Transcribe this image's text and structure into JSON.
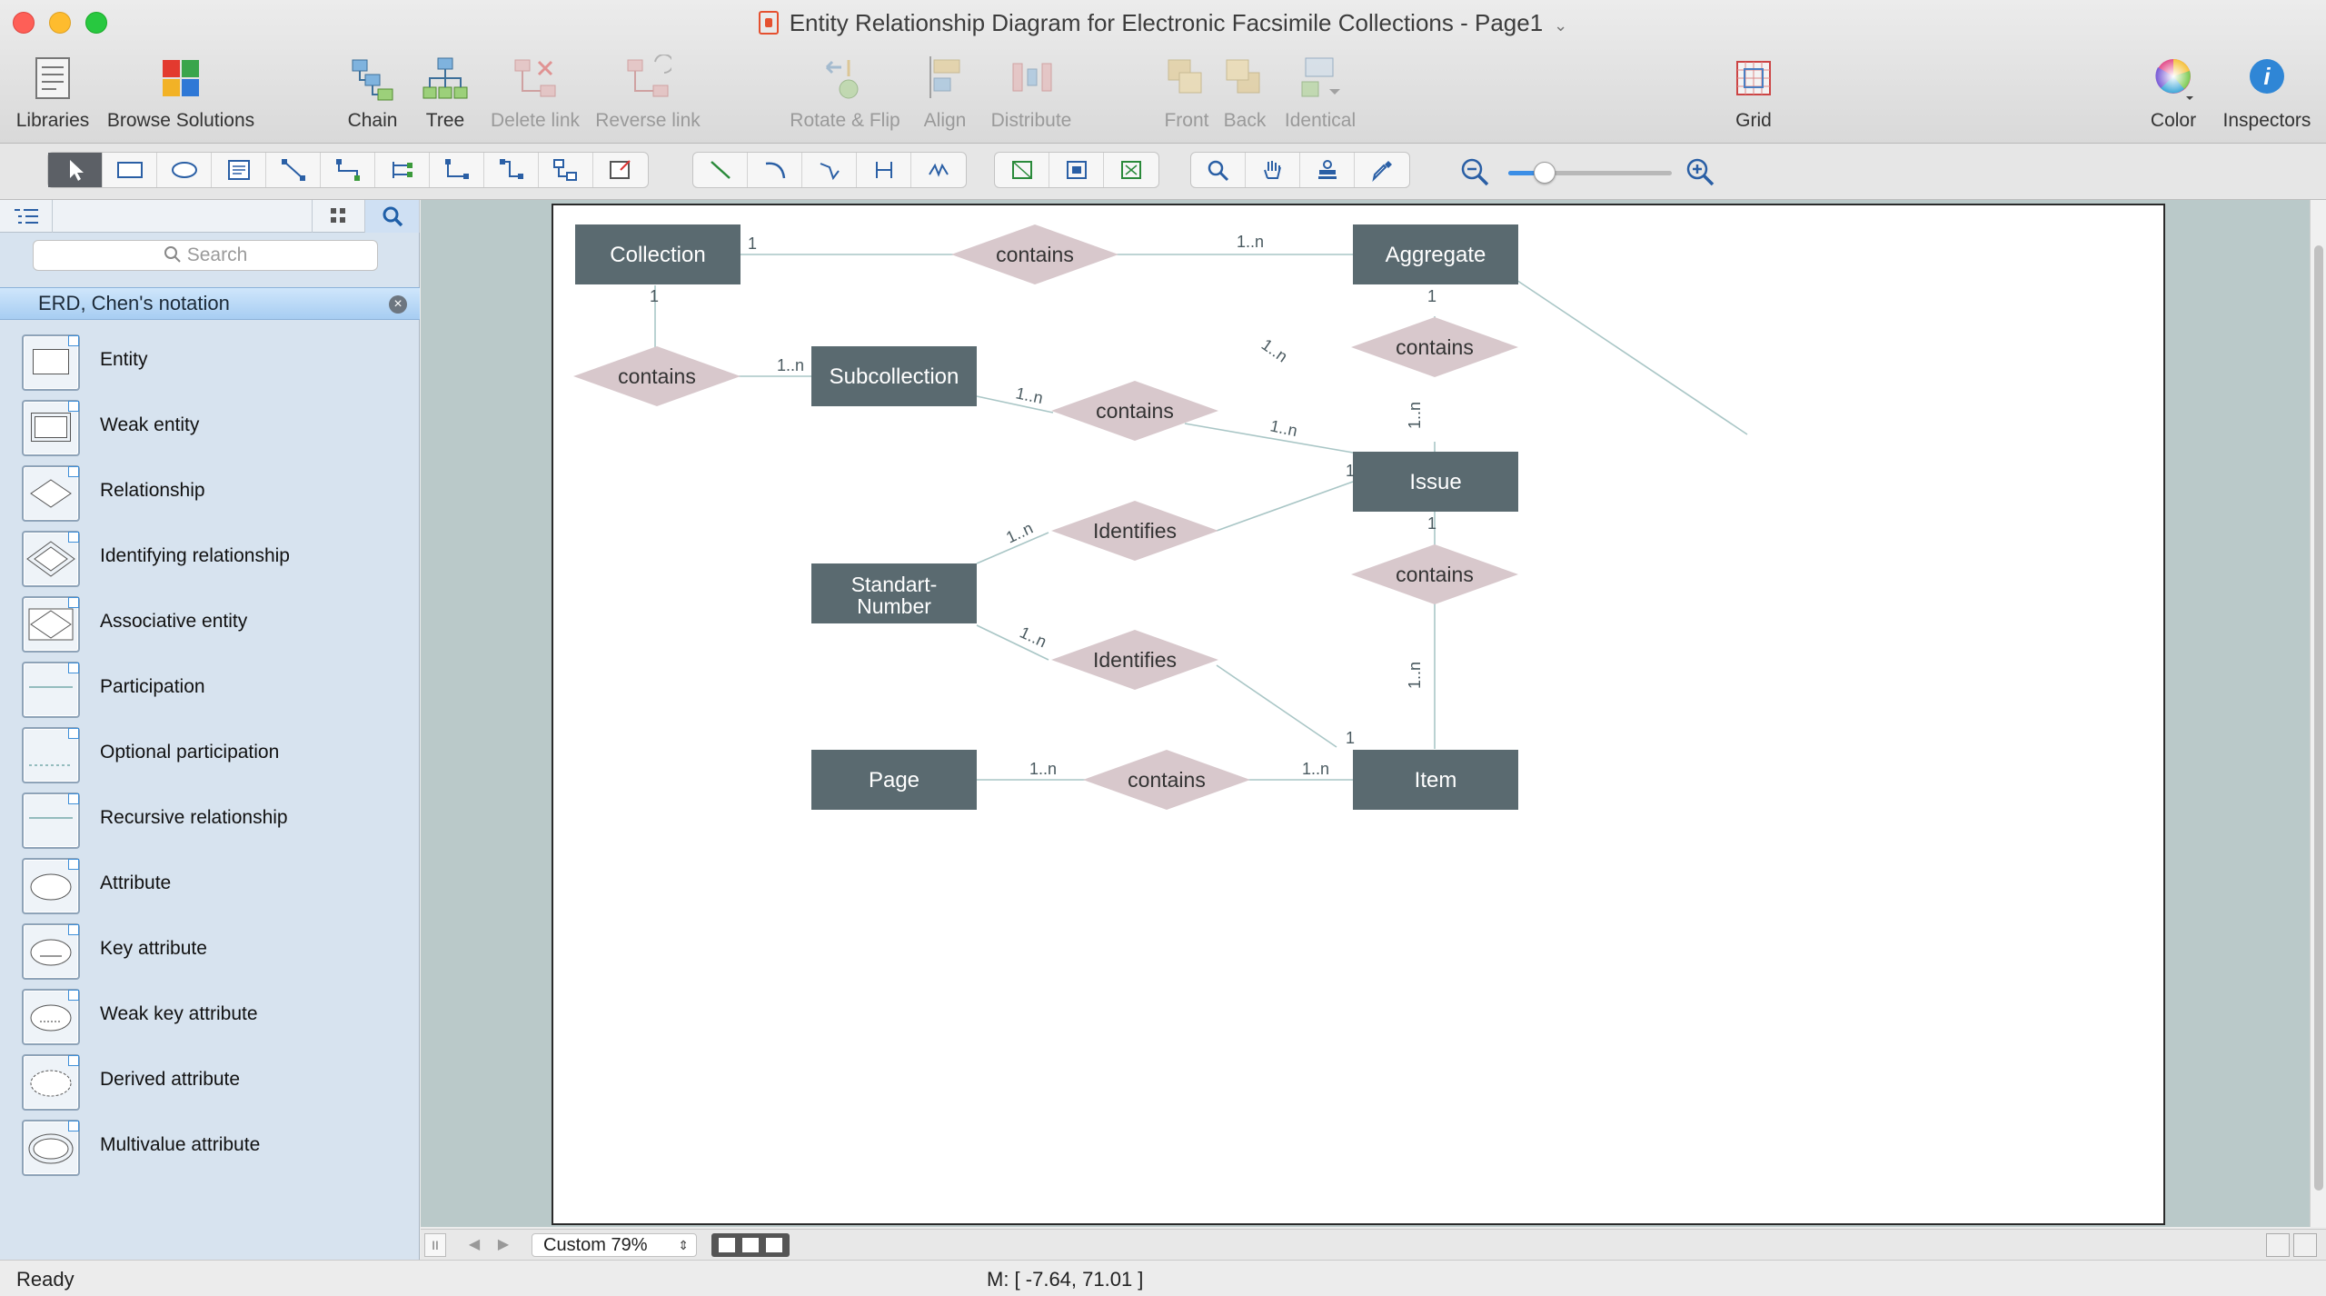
{
  "window": {
    "title": "Entity Relationship Diagram for Electronic Facsimile Collections - Page1"
  },
  "toolbar": {
    "libraries": "Libraries",
    "browse_solutions": "Browse Solutions",
    "chain": "Chain",
    "tree": "Tree",
    "delete_link": "Delete link",
    "reverse_link": "Reverse link",
    "rotate_flip": "Rotate & Flip",
    "align": "Align",
    "distribute": "Distribute",
    "front": "Front",
    "back": "Back",
    "identical": "Identical",
    "grid": "Grid",
    "color": "Color",
    "inspectors": "Inspectors"
  },
  "sidebar": {
    "search_placeholder": "Search",
    "library_name": "ERD, Chen's notation",
    "items": [
      {
        "label": "Entity",
        "icon": "entity-shape-icon"
      },
      {
        "label": "Weak entity",
        "icon": "weak-entity-shape-icon"
      },
      {
        "label": "Relationship",
        "icon": "relationship-shape-icon"
      },
      {
        "label": "Identifying relationship",
        "icon": "identifying-relationship-shape-icon"
      },
      {
        "label": "Associative entity",
        "icon": "associative-entity-shape-icon"
      },
      {
        "label": "Participation",
        "icon": "participation-shape-icon"
      },
      {
        "label": "Optional participation",
        "icon": "optional-participation-shape-icon"
      },
      {
        "label": "Recursive relationship",
        "icon": "recursive-relationship-shape-icon"
      },
      {
        "label": "Attribute",
        "icon": "attribute-shape-icon"
      },
      {
        "label": "Key attribute",
        "icon": "key-attribute-shape-icon"
      },
      {
        "label": "Weak key attribute",
        "icon": "weak-key-attribute-shape-icon"
      },
      {
        "label": "Derived attribute",
        "icon": "derived-attribute-shape-icon"
      },
      {
        "label": "Multivalue attribute",
        "icon": "multivalue-attribute-shape-icon"
      }
    ]
  },
  "diagram": {
    "colors": {
      "entity": "#5a6a70",
      "relationship": "#d8c8cc",
      "line": "#a9c6c6",
      "card": "#4a5a60"
    },
    "entities": {
      "collection": "Collection",
      "aggregate": "Aggregate",
      "subcollection": "Subcollection",
      "issue": "Issue",
      "standart_line1": "Standart-",
      "standart_line2": "Number",
      "page": "Page",
      "item": "Item"
    },
    "relationships": {
      "r1": "contains",
      "r2": "contains",
      "r3": "contains",
      "r4": "contains",
      "r5": "Identifies",
      "r6": "contains",
      "r7": "Identifies",
      "r8": "contains"
    },
    "cardinalities": {
      "c1": "1",
      "c2": "1..n",
      "c3": "1",
      "c4": "1..n",
      "c5": "1",
      "c6": "1..n",
      "c7": "1..n",
      "c8": "1..n",
      "c9": "1..n",
      "c10": "1",
      "c11": "1..n",
      "c12": "1",
      "c13": "1..n",
      "c14": "1..n",
      "c15": "1",
      "c16": "1..n",
      "c17": "1..n"
    }
  },
  "bottom": {
    "zoom_label": "Custom 79%",
    "status": "Ready",
    "coords": "M: [ -7.64, 71.01 ]"
  }
}
